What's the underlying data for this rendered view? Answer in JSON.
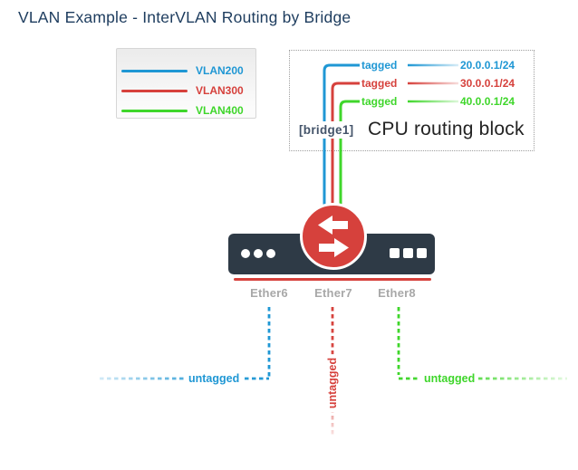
{
  "title": "VLAN Example - InterVLAN Routing by Bridge",
  "legend": {
    "items": [
      {
        "label": "VLAN200",
        "color": "#1f97d4"
      },
      {
        "label": "VLAN300",
        "color": "#d6413c"
      },
      {
        "label": "VLAN400",
        "color": "#3fd62b"
      }
    ]
  },
  "bridge": {
    "name": "[bridge1]",
    "caption": "CPU routing block",
    "rows": [
      {
        "tag": "tagged",
        "ip": "20.0.0.1/24",
        "color": "#1f97d4"
      },
      {
        "tag": "tagged",
        "ip": "30.0.0.1/24",
        "color": "#d6413c"
      },
      {
        "tag": "tagged",
        "ip": "40.0.0.1/24",
        "color": "#3fd62b"
      }
    ]
  },
  "router": {
    "icon": "swap-arrows-icon",
    "ports": [
      {
        "name": "Ether6",
        "mode": "untagged",
        "color": "#1f97d4"
      },
      {
        "name": "Ether7",
        "mode": "untagged",
        "color": "#d6413c"
      },
      {
        "name": "Ether8",
        "mode": "untagged",
        "color": "#3fd62b"
      }
    ]
  },
  "colors": {
    "title": "#1d3c5e",
    "device_body": "#2e3a46",
    "device_accent": "#d6413c",
    "port_label": "#a8a8a8",
    "bridge_name": "#44546a"
  }
}
